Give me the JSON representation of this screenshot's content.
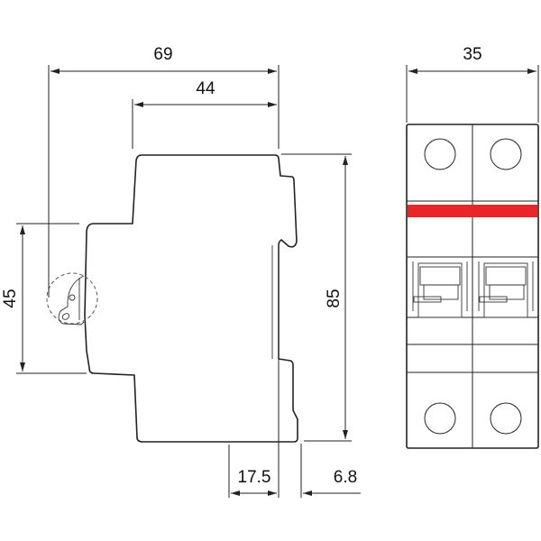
{
  "dimensions": {
    "overall_depth": "69",
    "front_depth": "44",
    "width": "35",
    "height": "85",
    "front_height": "45",
    "rail_offset": "17.5",
    "rail_depth": "6.8"
  },
  "colors": {
    "indicator_band": "#e8262a",
    "line": "#222222"
  }
}
